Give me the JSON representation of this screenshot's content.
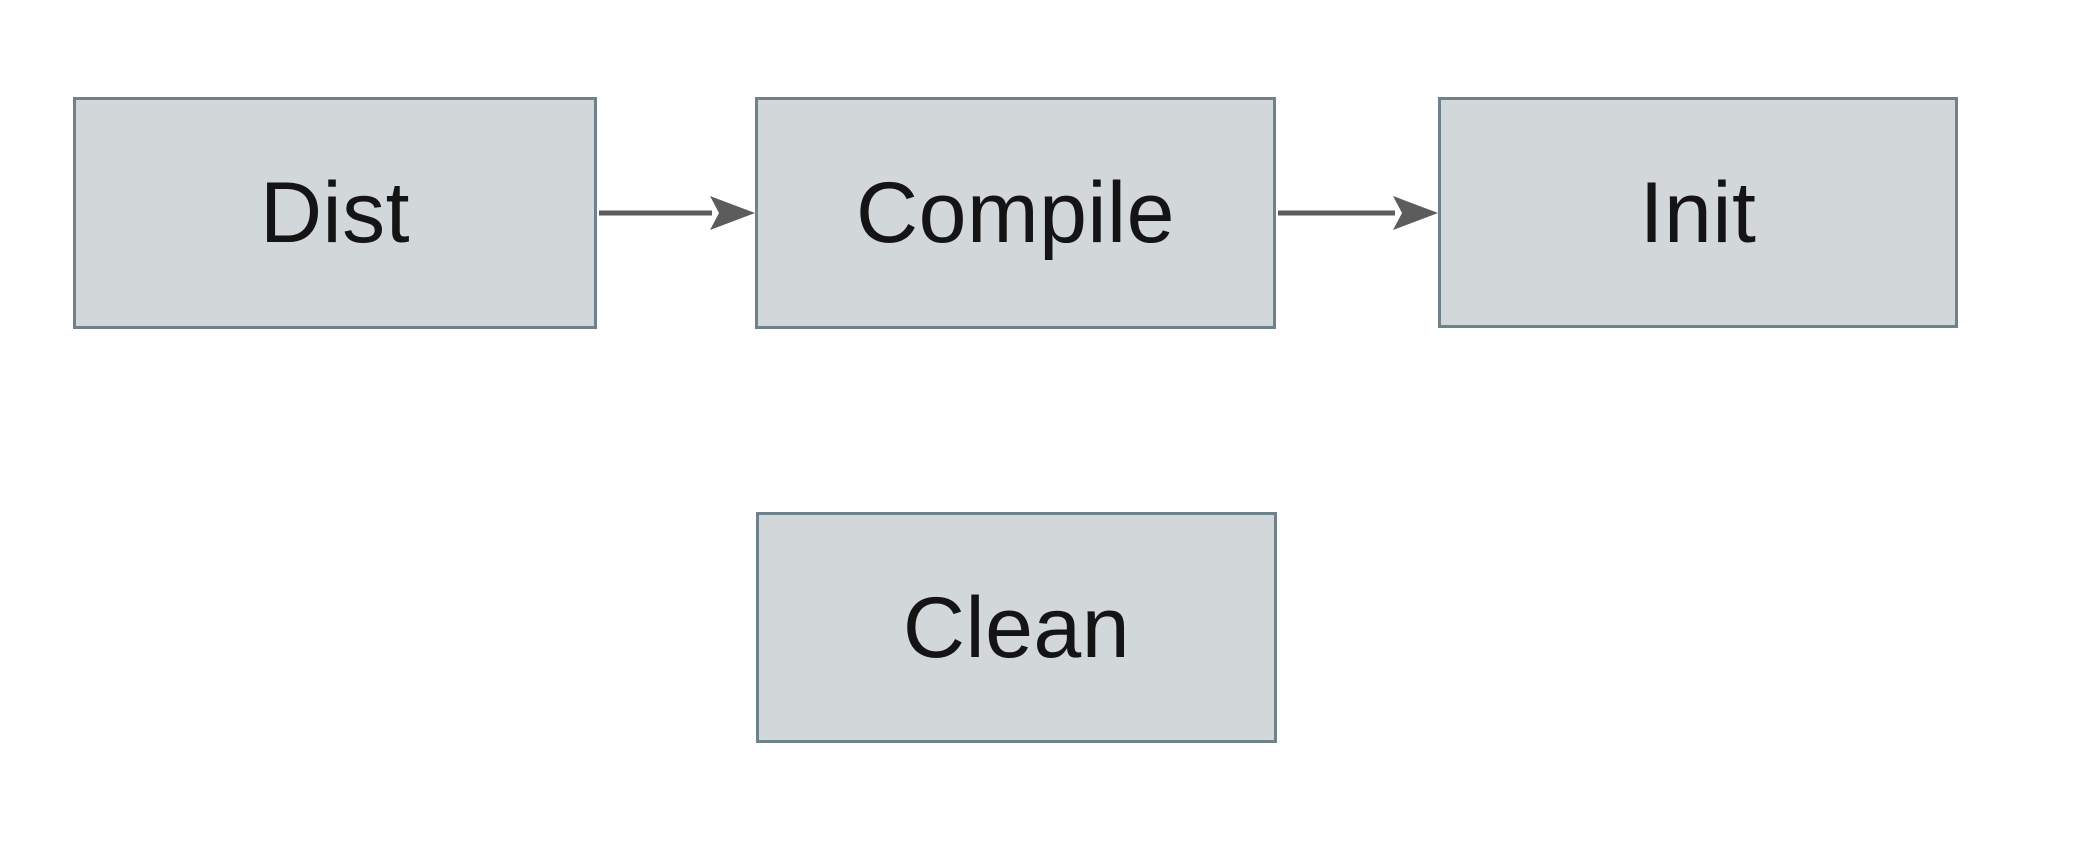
{
  "diagram": {
    "type": "flowchart",
    "nodes": [
      {
        "id": "dist",
        "label": "Dist",
        "row": 1,
        "col": 1
      },
      {
        "id": "compile",
        "label": "Compile",
        "row": 1,
        "col": 2
      },
      {
        "id": "init",
        "label": "Init",
        "row": 1,
        "col": 3
      },
      {
        "id": "clean",
        "label": "Clean",
        "row": 2,
        "col": 2
      }
    ],
    "edges": [
      {
        "from": "Dist",
        "to": "Compile",
        "direction": "right"
      },
      {
        "from": "Compile",
        "to": "Init",
        "direction": "right"
      }
    ],
    "colors": {
      "node_fill": "#d2d8da",
      "node_border": "#6f828c",
      "arrow": "#5c5c5c",
      "text": "#141414",
      "background": "#ffffff"
    }
  }
}
